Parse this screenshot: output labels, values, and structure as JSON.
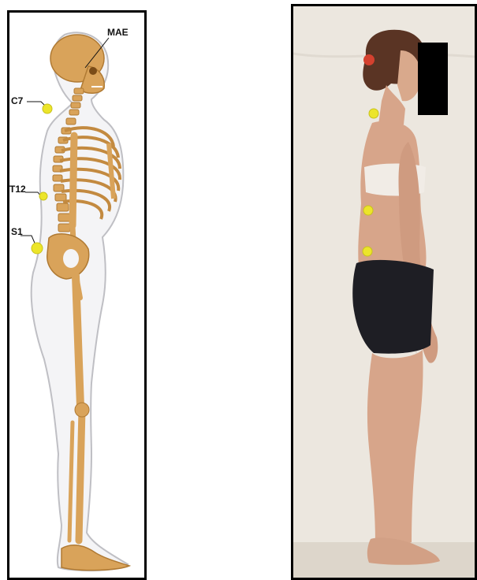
{
  "left_figure": {
    "labels": {
      "mae": "MAE",
      "c7": "C7",
      "t12": "T12",
      "s1": "S1"
    }
  },
  "colors": {
    "marker": "#ece52a",
    "bone": "#d9a35a",
    "bone_shade": "#b07a33",
    "body_outline": "#bfbfc4",
    "backdrop": "#ece7df",
    "skin": "#d7a58a",
    "shorts": "#1e1e24",
    "censor_bar": "#000000"
  }
}
